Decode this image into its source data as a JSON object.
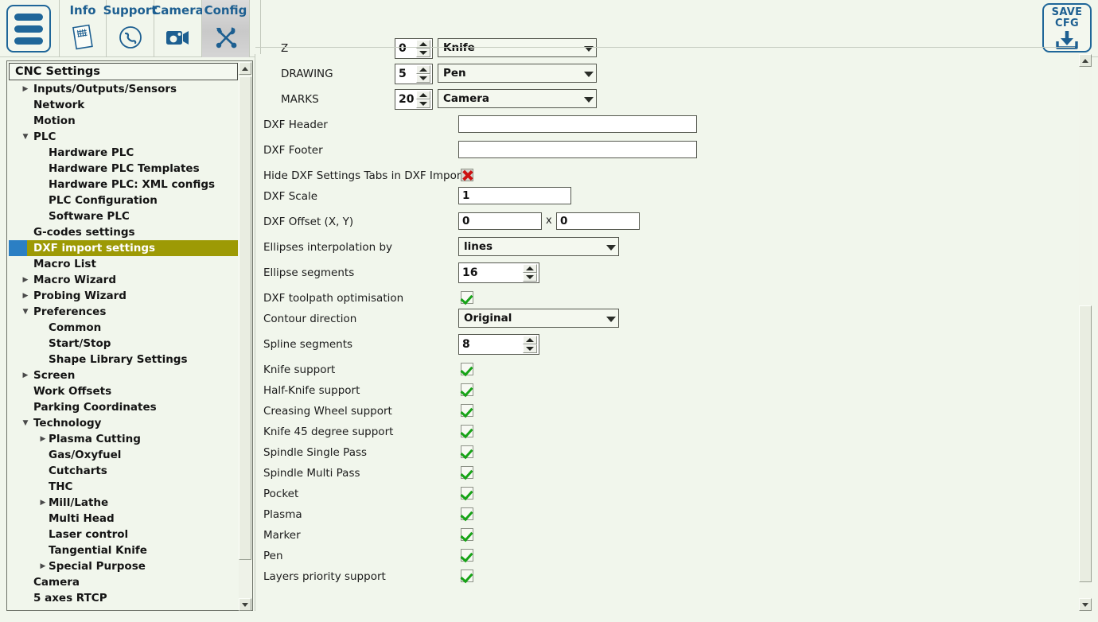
{
  "app": {
    "background_color": "#f1f6ec",
    "accent_color": "#1d5f91",
    "selection_color": "#9d9a05",
    "selection_marker_color": "#2b7fc4",
    "check_on_color": "#17a317",
    "check_off_color": "#cc1111"
  },
  "topbar": {
    "menu_button_name": "hamburger-menu",
    "tabs": [
      {
        "label": "Info",
        "icon": "document-icon",
        "active": false
      },
      {
        "label": "Support",
        "icon": "phone-icon",
        "active": false
      },
      {
        "label": "Camera",
        "icon": "camera-icon",
        "active": false
      },
      {
        "label": "Config",
        "icon": "tools-icon",
        "active": true
      }
    ],
    "save": {
      "line1": "SAVE",
      "line2": "CFG",
      "icon": "download-icon"
    }
  },
  "sidebar": {
    "header": "CNC Settings",
    "items": [
      {
        "label": "Inputs/Outputs/Sensors",
        "depth": 0,
        "arrow": "collapsed",
        "selected": false
      },
      {
        "label": "Network",
        "depth": 0,
        "arrow": "none",
        "selected": false
      },
      {
        "label": "Motion",
        "depth": 0,
        "arrow": "none",
        "selected": false
      },
      {
        "label": "PLC",
        "depth": 0,
        "arrow": "expanded",
        "selected": false
      },
      {
        "label": "Hardware PLC",
        "depth": 1,
        "arrow": "none",
        "selected": false
      },
      {
        "label": "Hardware PLC Templates",
        "depth": 1,
        "arrow": "none",
        "selected": false
      },
      {
        "label": "Hardware PLC: XML configs",
        "depth": 1,
        "arrow": "none",
        "selected": false
      },
      {
        "label": "PLC Configuration",
        "depth": 1,
        "arrow": "none",
        "selected": false
      },
      {
        "label": "Software PLC",
        "depth": 1,
        "arrow": "none",
        "selected": false
      },
      {
        "label": "G-codes settings",
        "depth": 0,
        "arrow": "none",
        "selected": false
      },
      {
        "label": "DXF import settings",
        "depth": 0,
        "arrow": "none",
        "selected": true
      },
      {
        "label": "Macro List",
        "depth": 0,
        "arrow": "none",
        "selected": false
      },
      {
        "label": "Macro Wizard",
        "depth": 0,
        "arrow": "collapsed",
        "selected": false
      },
      {
        "label": "Probing Wizard",
        "depth": 0,
        "arrow": "collapsed",
        "selected": false
      },
      {
        "label": "Preferences",
        "depth": 0,
        "arrow": "expanded",
        "selected": false
      },
      {
        "label": "Common",
        "depth": 1,
        "arrow": "none",
        "selected": false
      },
      {
        "label": "Start/Stop",
        "depth": 1,
        "arrow": "none",
        "selected": false
      },
      {
        "label": "Shape Library Settings",
        "depth": 1,
        "arrow": "none",
        "selected": false
      },
      {
        "label": "Screen",
        "depth": 0,
        "arrow": "collapsed",
        "selected": false
      },
      {
        "label": "Work Offsets",
        "depth": 0,
        "arrow": "none",
        "selected": false
      },
      {
        "label": "Parking Coordinates",
        "depth": 0,
        "arrow": "none",
        "selected": false
      },
      {
        "label": "Technology",
        "depth": 0,
        "arrow": "expanded",
        "selected": false
      },
      {
        "label": "Plasma Cutting",
        "depth": 2,
        "arrow": "collapsed",
        "selected": false
      },
      {
        "label": "Gas/Oxyfuel",
        "depth": 1,
        "arrow": "none",
        "selected": false
      },
      {
        "label": "Cutcharts",
        "depth": 1,
        "arrow": "none",
        "selected": false
      },
      {
        "label": "THC",
        "depth": 1,
        "arrow": "none",
        "selected": false
      },
      {
        "label": "Mill/Lathe",
        "depth": 2,
        "arrow": "collapsed",
        "selected": false
      },
      {
        "label": "Multi Head",
        "depth": 1,
        "arrow": "none",
        "selected": false
      },
      {
        "label": "Laser control",
        "depth": 1,
        "arrow": "none",
        "selected": false
      },
      {
        "label": "Tangential Knife",
        "depth": 1,
        "arrow": "none",
        "selected": false
      },
      {
        "label": "Special Purpose",
        "depth": 2,
        "arrow": "collapsed",
        "selected": false
      },
      {
        "label": "Camera",
        "depth": 0,
        "arrow": "none",
        "selected": false
      },
      {
        "label": "5 axes RTCP",
        "depth": 0,
        "arrow": "none",
        "selected": false
      }
    ]
  },
  "form": {
    "rows": [
      {
        "kind": "spin_combo",
        "label": "Z",
        "clipped": true,
        "spin_value": "0",
        "combo_value": "Knife",
        "name": "row-z"
      },
      {
        "kind": "spin_combo",
        "label": "DRAWING",
        "spin_value": "5",
        "combo_value": "Pen",
        "name": "row-drawing"
      },
      {
        "kind": "spin_combo",
        "label": "MARKS",
        "spin_value": "20",
        "combo_value": "Camera",
        "name": "row-marks"
      },
      {
        "kind": "text",
        "label": "DXF Header",
        "value": "",
        "name": "row-dxf-header"
      },
      {
        "kind": "text",
        "label": "DXF Footer",
        "value": "",
        "name": "row-dxf-footer"
      },
      {
        "kind": "check",
        "label": "Hide DXF Settings Tabs in DXF Import",
        "checked": false,
        "name": "row-hide-dxf-settings-tabs"
      },
      {
        "kind": "text_sm",
        "label": "DXF Scale",
        "value": "1",
        "name": "row-dxf-scale"
      },
      {
        "kind": "text_pair",
        "label": "DXF Offset (X, Y)",
        "value_x": "0",
        "value_y": "0",
        "separator": "x",
        "name": "row-dxf-offset"
      },
      {
        "kind": "combo",
        "label": "Ellipses interpolation by",
        "value": "lines",
        "name": "row-ellipses-interpolation"
      },
      {
        "kind": "spin",
        "label": "Ellipse segments",
        "value": "16",
        "name": "row-ellipse-segments"
      },
      {
        "kind": "check",
        "label": "DXF toolpath optimisation",
        "checked": true,
        "name": "row-dxf-toolpath-optimisation"
      },
      {
        "kind": "combo",
        "label": "Contour direction",
        "value": "Original",
        "name": "row-contour-direction"
      },
      {
        "kind": "spin",
        "label": "Spline segments",
        "value": "8",
        "name": "row-spline-segments"
      },
      {
        "kind": "check",
        "label": "Knife support",
        "checked": true,
        "name": "row-knife-support"
      },
      {
        "kind": "check",
        "label": "Half-Knife support",
        "checked": true,
        "name": "row-half-knife-support"
      },
      {
        "kind": "check",
        "label": "Creasing Wheel support",
        "checked": true,
        "name": "row-creasing-wheel-support"
      },
      {
        "kind": "check",
        "label": "Knife 45 degree support",
        "checked": true,
        "name": "row-knife-45-degree-support"
      },
      {
        "kind": "check",
        "label": "Spindle Single Pass",
        "checked": true,
        "name": "row-spindle-single-pass"
      },
      {
        "kind": "check",
        "label": "Spindle Multi Pass",
        "checked": true,
        "name": "row-spindle-multi-pass"
      },
      {
        "kind": "check",
        "label": "Pocket",
        "checked": true,
        "name": "row-pocket"
      },
      {
        "kind": "check",
        "label": "Plasma",
        "checked": true,
        "name": "row-plasma"
      },
      {
        "kind": "check",
        "label": "Marker",
        "checked": true,
        "name": "row-marker"
      },
      {
        "kind": "check",
        "label": "Pen",
        "checked": true,
        "name": "row-pen"
      },
      {
        "kind": "check",
        "label": "Layers priority support",
        "checked": true,
        "name": "row-layers-priority-support"
      }
    ]
  }
}
